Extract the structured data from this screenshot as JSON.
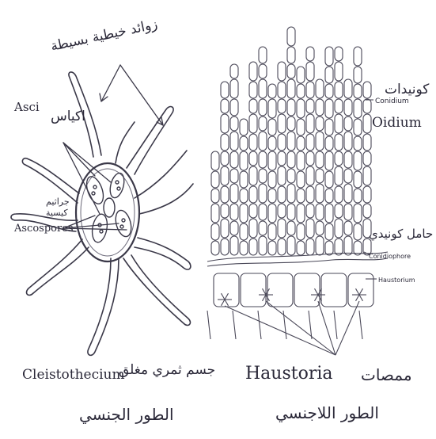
{
  "left_figure": {
    "top_label_ar": "زوائد خيطية بسيطة",
    "asci_en": "Asci",
    "asci_ar": "اكياس",
    "ascospores_ar_line1": "جراثيم",
    "ascospores_ar_line2": "كيسية",
    "ascospores_en": "Ascospores",
    "caption_en": "Cleistothecium",
    "caption_ar_line1": "جسم ثمري مغلق",
    "caption_ar_line2": "الطور الجنسي"
  },
  "right_figure": {
    "conidia_ar": "كونيدات",
    "conidia_small": "Conidium",
    "oidium": "Oidium",
    "conidiophore_ar": "حامل كونيدي",
    "conidiophore_small": "Conidiophore",
    "haustorium_small": "Haustorium",
    "caption_en": "Haustoria",
    "caption_ar_line1": "ممصات",
    "caption_ar_line2": "الطور اللاجنسي"
  },
  "colors": {
    "ink": "#2a2838",
    "paper": "#ffffff",
    "sketch": "#5a5870"
  }
}
